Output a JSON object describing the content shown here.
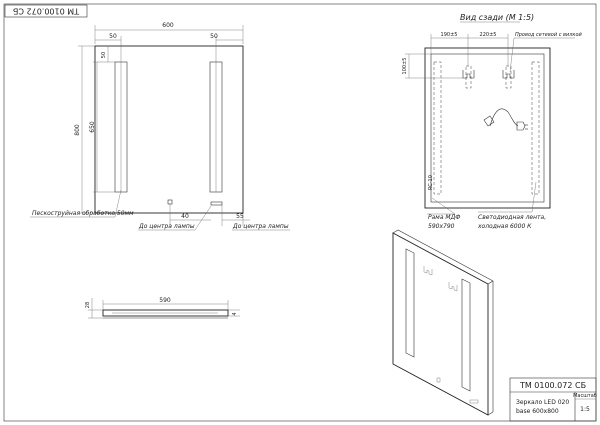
{
  "stamp_top": "ТМ 0100.072 СБ",
  "front_view": {
    "dim_width": "600",
    "dim_left_inset": "50",
    "dim_right_inset": "50",
    "dim_top_small": "50",
    "dim_height": "800",
    "dim_lamp_height": "650",
    "note_sandblast": "Пескоструйная обработка 50мм",
    "dim_40": "40",
    "dim_55": "55",
    "note_center_left": "До центра лампы",
    "note_center_right": "До центра лампы"
  },
  "rear_view": {
    "title": "Вид сзади (М 1:5)",
    "dim_190": "190±5",
    "dim_220": "220±5",
    "dim_100": "100±5",
    "note_wire": "Провод сетевой с вилкой",
    "note_frame": "Рама МДФ",
    "note_frame_size": "590х790",
    "note_led": "Светодиодная лента,",
    "note_led_2": "холодная 6000 К",
    "small_mark": "RC-10"
  },
  "side_view": {
    "dim_590": "590",
    "dim_28": "28",
    "dim_4": "4"
  },
  "title_block": {
    "code": "ТМ 0100.072 СБ",
    "name_1": "Зеркало LED 020",
    "name_2": "base 600х800",
    "sheet_label": "Масштаб",
    "sheet_value": "1:5"
  }
}
